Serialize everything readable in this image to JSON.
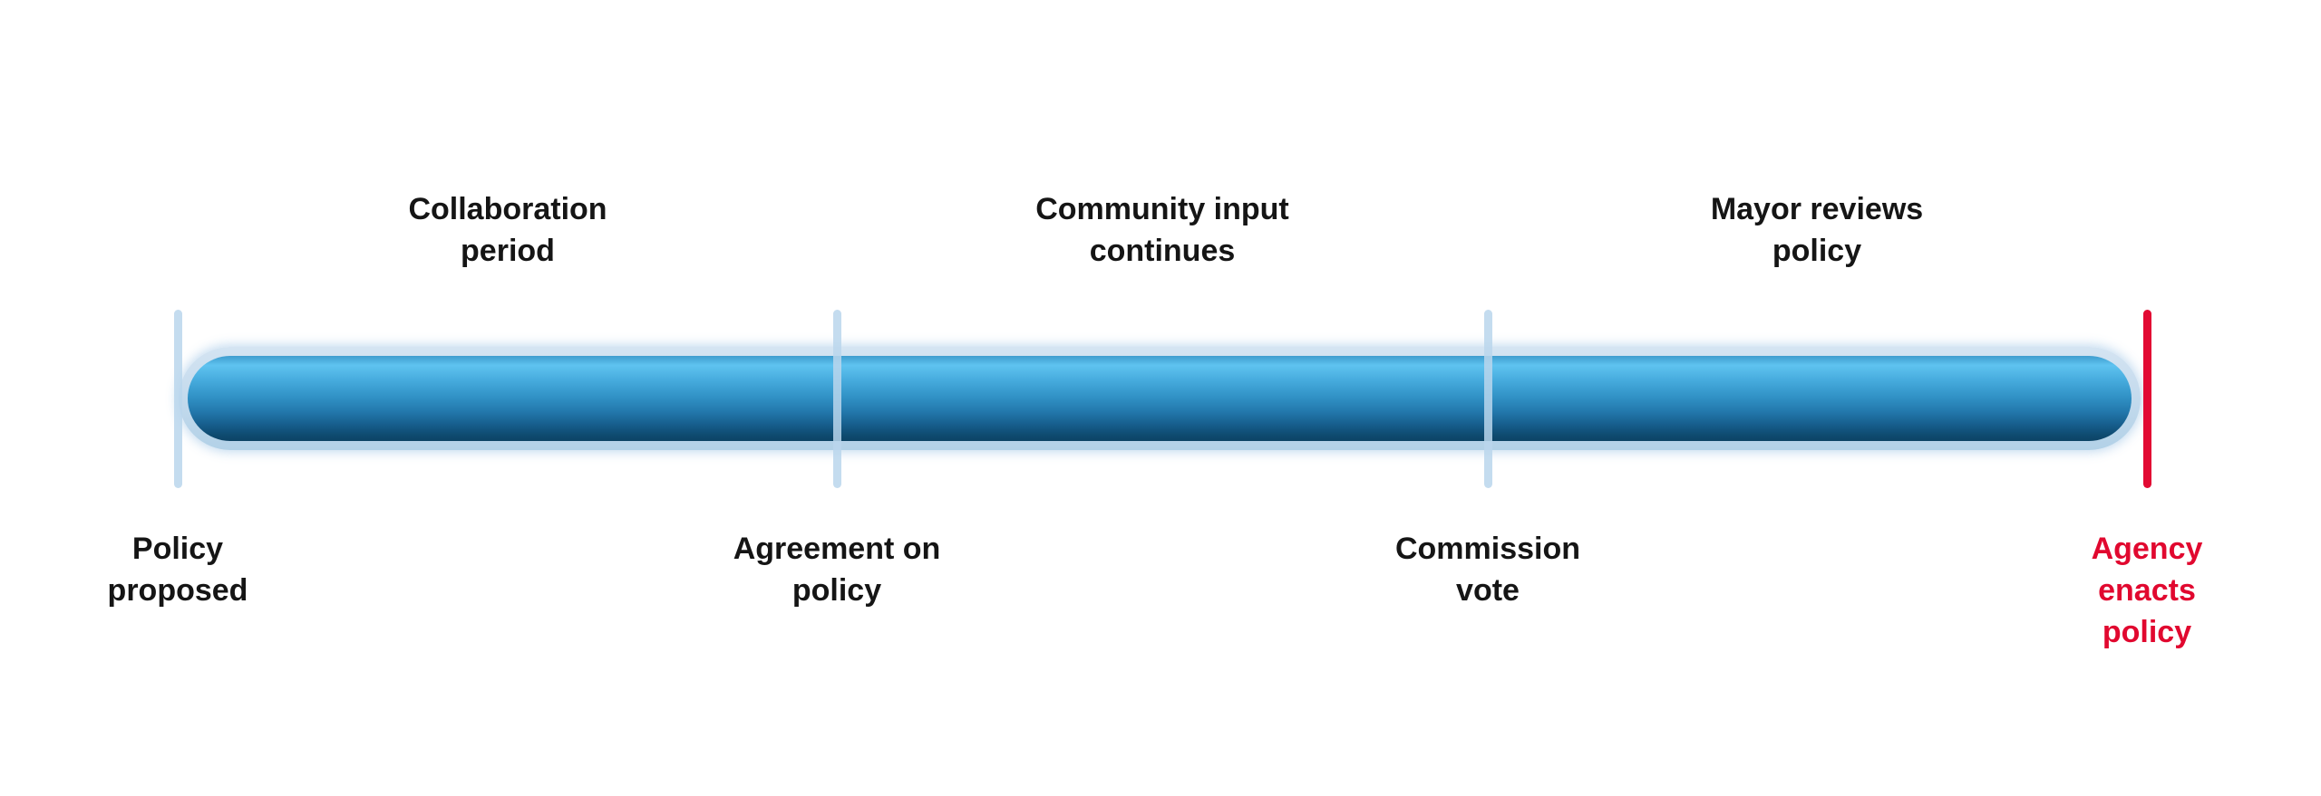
{
  "diagram": {
    "type": "timeline",
    "background_color": "#ffffff",
    "bar": {
      "outer_color_top": "#d4e4f2",
      "outer_color_bottom": "#b2d1e7",
      "inner_gradient_top": "#5fc3f0",
      "inner_gradient_bottom": "#0c4365"
    },
    "colors": {
      "tick_blue": "rgba(186,214,236,0.85)",
      "tick_red": "#e20a33",
      "label_black": "#151515",
      "label_red": "#e1082f"
    },
    "phases": [
      {
        "label": "Collaboration\nperiod"
      },
      {
        "label": "Community input\ncontinues"
      },
      {
        "label": "Mayor reviews\npolicy"
      }
    ],
    "milestones": [
      {
        "label": "Policy\nproposed",
        "marker": "blue-tick"
      },
      {
        "label": "Agreement on\npolicy",
        "marker": "blue-tick"
      },
      {
        "label": "Commission\nvote",
        "marker": "blue-tick"
      },
      {
        "label": "Agency enacts\npolicy",
        "marker": "red-tick"
      }
    ]
  }
}
